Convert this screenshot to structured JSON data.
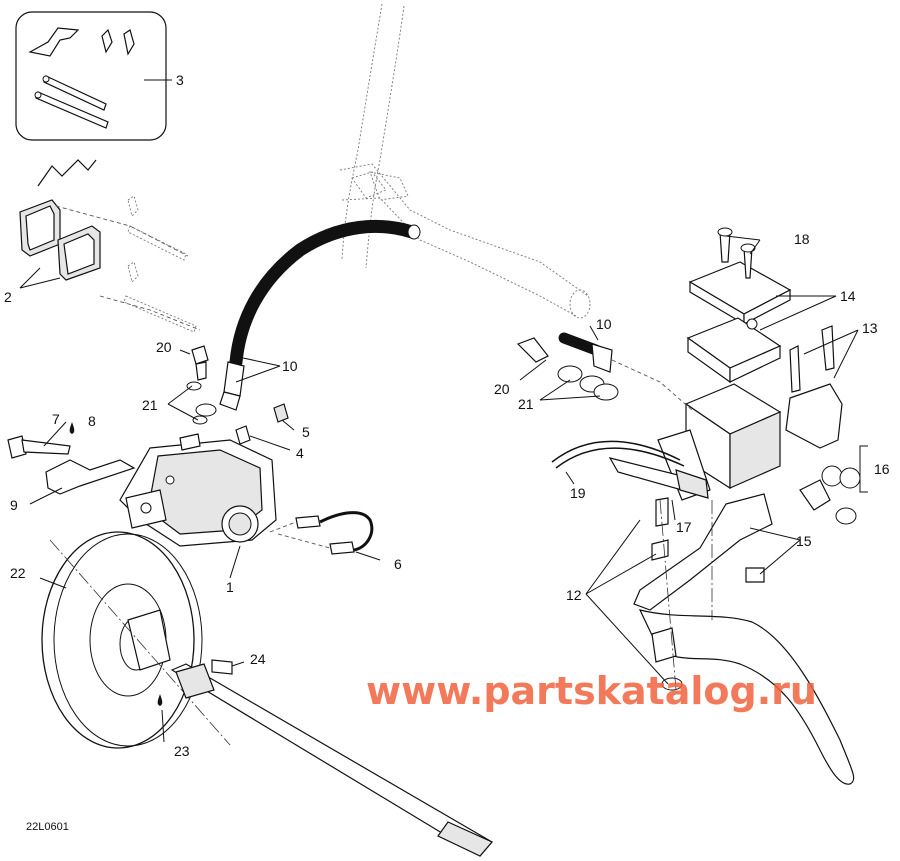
{
  "diagram": {
    "drawing_code": "22L0601",
    "watermark": "www.partskatalog.ru",
    "callouts": [
      {
        "id": "c1",
        "label": "1"
      },
      {
        "id": "c2",
        "label": "2"
      },
      {
        "id": "c3",
        "label": "3"
      },
      {
        "id": "c4",
        "label": "4"
      },
      {
        "id": "c5",
        "label": "5"
      },
      {
        "id": "c6",
        "label": "6"
      },
      {
        "id": "c7",
        "label": "7"
      },
      {
        "id": "c8",
        "label": "8"
      },
      {
        "id": "c9",
        "label": "9"
      },
      {
        "id": "c10a",
        "label": "10"
      },
      {
        "id": "c10b",
        "label": "10"
      },
      {
        "id": "c12",
        "label": "12"
      },
      {
        "id": "c13",
        "label": "13"
      },
      {
        "id": "c14",
        "label": "14"
      },
      {
        "id": "c15",
        "label": "15"
      },
      {
        "id": "c16",
        "label": "16"
      },
      {
        "id": "c17",
        "label": "17"
      },
      {
        "id": "c18",
        "label": "18"
      },
      {
        "id": "c19",
        "label": "19"
      },
      {
        "id": "c20a",
        "label": "20"
      },
      {
        "id": "c20b",
        "label": "20"
      },
      {
        "id": "c21a",
        "label": "21"
      },
      {
        "id": "c21b",
        "label": "21"
      },
      {
        "id": "c22",
        "label": "22"
      },
      {
        "id": "c23",
        "label": "23"
      },
      {
        "id": "c24",
        "label": "24"
      }
    ]
  }
}
